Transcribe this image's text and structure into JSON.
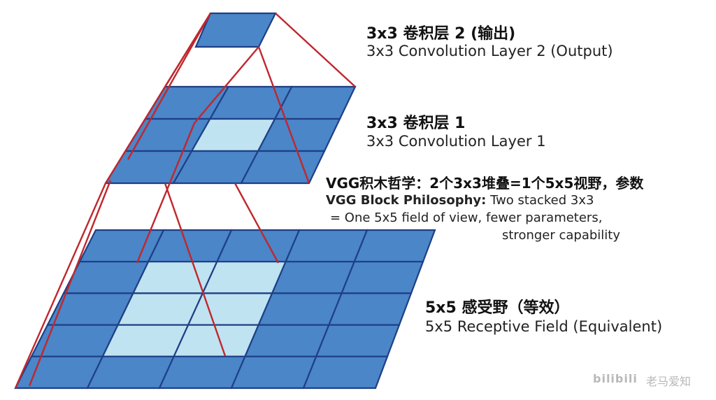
{
  "layers": [
    {
      "id": "output",
      "title": "3x3 卷积层 2 (输出)",
      "subtitle": "3x3 Convolution Layer 2 (Output)",
      "rows": 1,
      "cols": 1,
      "highlight": []
    },
    {
      "id": "conv1",
      "title": "3x3 卷积层 1",
      "subtitle": "3x3 Convolution Layer 1",
      "rows": 3,
      "cols": 3,
      "highlight": [
        [
          1,
          1
        ]
      ]
    },
    {
      "id": "field",
      "title": "5x5 感受野（等效）",
      "subtitle": "5x5 Receptive Field (Equivalent)",
      "rows": 5,
      "cols": 5,
      "highlight": [
        [
          1,
          1
        ],
        [
          1,
          2
        ],
        [
          2,
          1
        ],
        [
          2,
          2
        ],
        [
          3,
          1
        ],
        [
          3,
          2
        ]
      ]
    }
  ],
  "philosophy": {
    "title": "VGG积木哲学：2个3x3堆叠=1个5x5视野，参数",
    "line1_bold": "VGG Block Philosophy:",
    "line1_rest": " Two stacked 3x3",
    "line2": "= One 5x5 field of view, fewer parameters,",
    "line3": "stronger capability"
  },
  "watermark": {
    "logo": "bilibili",
    "author": "老马爱知"
  },
  "colors": {
    "cell": "#4a86c8",
    "cell_highlight": "#bfe3f0",
    "grid_line": "#1f3f86",
    "connector": "#c0272d",
    "text": "#111111"
  }
}
